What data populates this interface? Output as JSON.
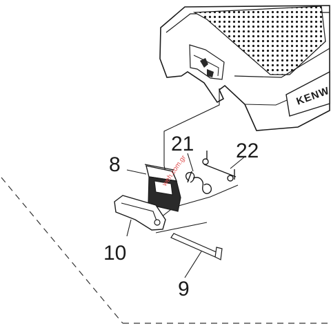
{
  "labels": {
    "part_8": "8",
    "part_9": "9",
    "part_10": "10",
    "part_21": "21",
    "part_22": "22"
  },
  "housing": {
    "brand_text": "KENW"
  },
  "watermark": {
    "text": "weh.com.gr"
  },
  "colors": {
    "line": "#1a1a1a",
    "part_fill": "#ffffff",
    "dark_part": "#2a2a2a",
    "watermark": "#e05050"
  }
}
